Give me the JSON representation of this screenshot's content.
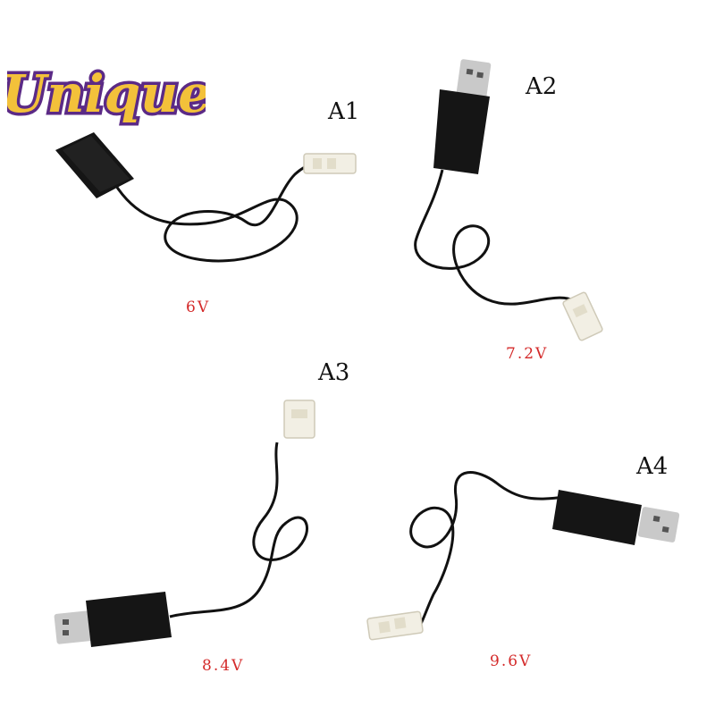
{
  "brand": {
    "logo_text": "Unique",
    "fill_color": "#f3c13a",
    "outline_color": "#5b2a86"
  },
  "colors": {
    "cable": "#111111",
    "usb_body": "#151515",
    "usb_shell": "#c9c9c9",
    "connector": "#f2efe4",
    "voltage_text": "#d42a2a"
  },
  "products": [
    {
      "code": "A1",
      "voltage": "6V"
    },
    {
      "code": "A2",
      "voltage": "7.2V"
    },
    {
      "code": "A3",
      "voltage": "8.4V"
    },
    {
      "code": "A4",
      "voltage": "9.6V"
    }
  ]
}
